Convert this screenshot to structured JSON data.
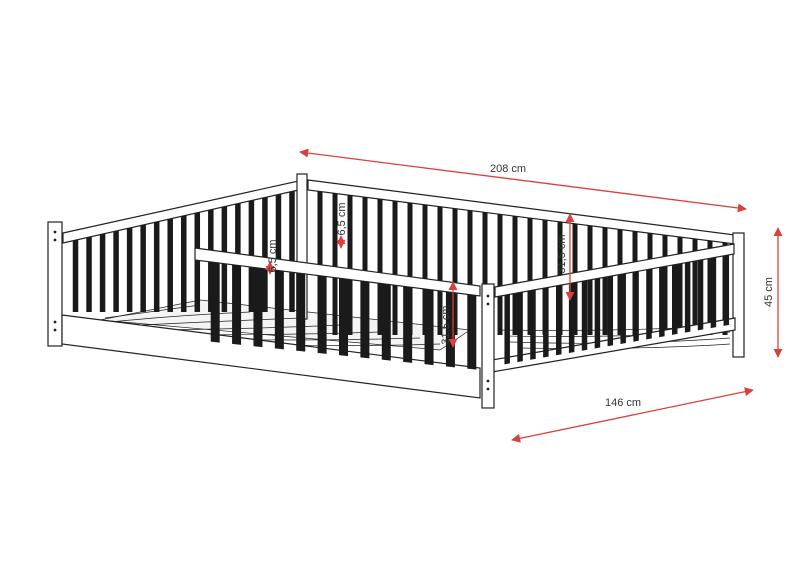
{
  "colors": {
    "dimension": "#d94040",
    "frame_stroke": "#222222",
    "slat_fill": "#1a1a1a",
    "background": "#ffffff"
  },
  "dimensions": {
    "length": "208 cm",
    "width": "146 cm",
    "height": "45 cm",
    "slat_gap_back": "6,5 cm",
    "slat_gap_front": "6,5 cm",
    "rail_height_back": "31,5 cm",
    "rail_height_front": "31,5 cm"
  }
}
